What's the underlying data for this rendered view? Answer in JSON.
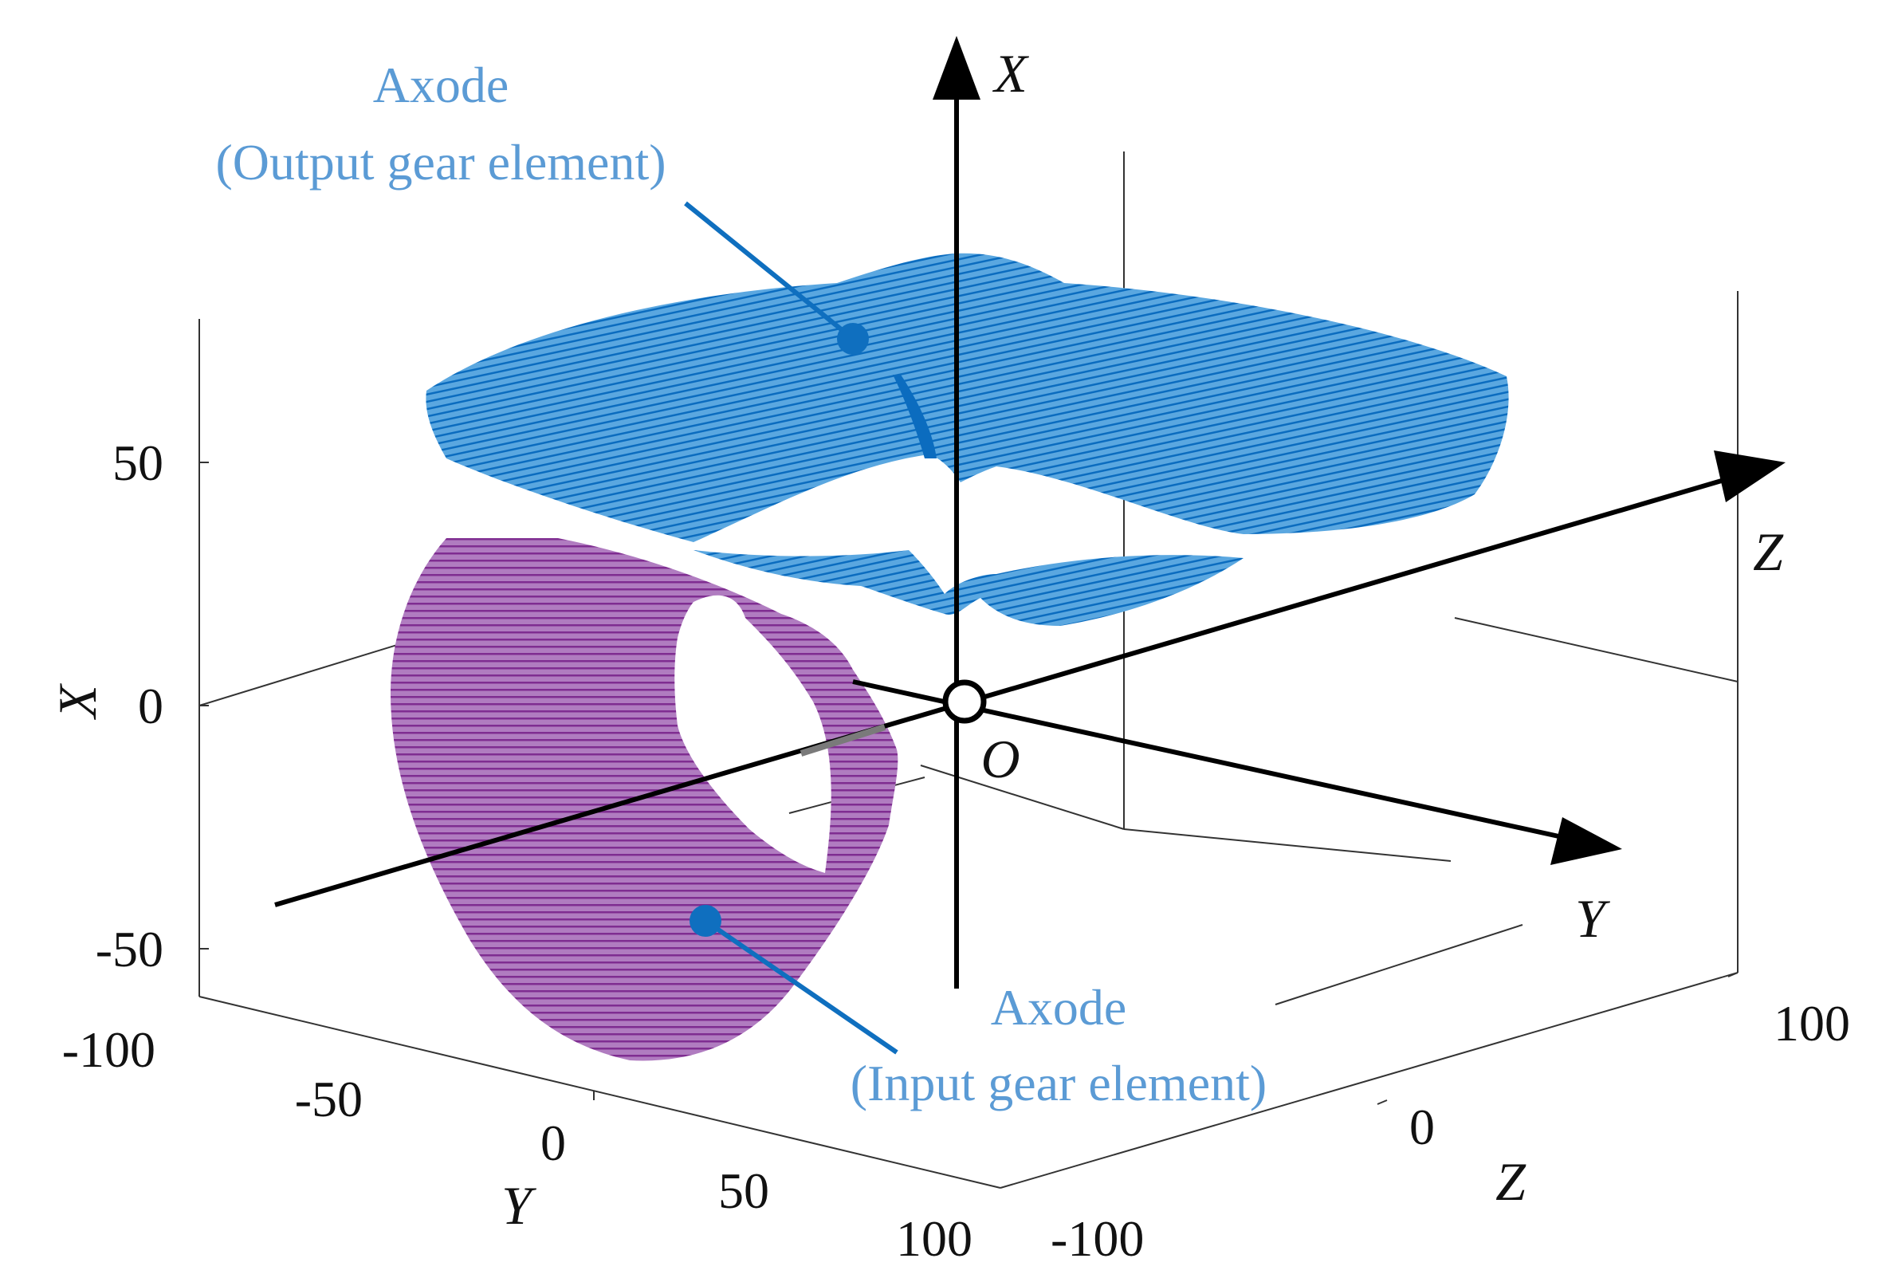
{
  "colors": {
    "output_axode": "#1f78c8",
    "output_axode_dense": "#0b6cbf",
    "input_axode": "#7f2d91",
    "input_axode_dense": "#6b1f80",
    "axes": "#000000",
    "box": "#333333",
    "callout_text": "#5B9BD5",
    "leader": "#0f6fbf"
  },
  "axes_box": {
    "x_axis_label": "X",
    "y_axis_label": "Y",
    "z_axis_label": "Z",
    "x_ticks": [
      "50",
      "0",
      "-50"
    ],
    "y_ticks": [
      "-100",
      "-50",
      "0",
      "50",
      "100"
    ],
    "z_ticks": [
      "-100",
      "0",
      "100"
    ]
  },
  "frame_axes": {
    "x": "X",
    "y": "Y",
    "z": "Z",
    "origin": "O"
  },
  "callouts": {
    "output": {
      "line1": "Axode",
      "line2": "(Output gear element)"
    },
    "input": {
      "line1": "Axode",
      "line2": "(Input gear element)"
    }
  }
}
